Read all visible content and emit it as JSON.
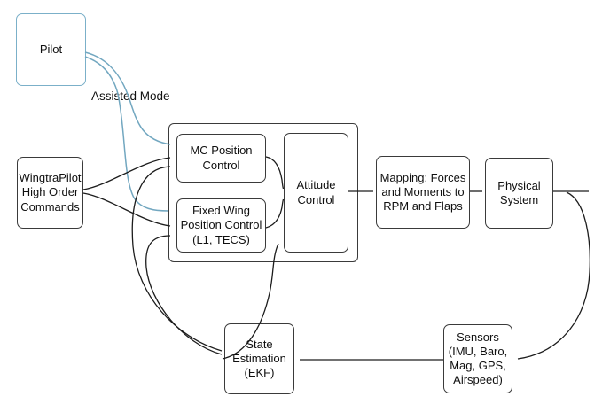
{
  "diagram": {
    "type": "block-diagram",
    "labels": {
      "assisted_mode": "Assisted Mode"
    },
    "nodes": {
      "pilot": {
        "label": "Pilot"
      },
      "wingtrapilot": {
        "label": "WingtraPilot\nHigh Order\nCommands"
      },
      "mc_position": {
        "label": "MC Position\nControl"
      },
      "fixed_wing": {
        "label": "Fixed Wing\nPosition Control\n(L1, TECS)"
      },
      "attitude": {
        "label": "Attitude\nControl"
      },
      "mapping": {
        "label": "Mapping: Forces\nand Moments to\nRPM and Flaps"
      },
      "physical": {
        "label": "Physical\nSystem"
      },
      "state_estimation": {
        "label": "State\nEstimation\n(EKF)"
      },
      "sensors": {
        "label": "Sensors\n(IMU, Baro,\nMag, GPS,\nAirspeed)"
      }
    },
    "colors": {
      "accent_blue": "#72a7c0",
      "line_black": "#1c1c1c",
      "box_border": "#3a3a3a",
      "pilot_border": "#7bb0c9",
      "background": "#ffffff"
    },
    "edges": [
      {
        "from": "pilot",
        "to": "mc_position",
        "color": "blue",
        "label": "Assisted Mode"
      },
      {
        "from": "pilot",
        "to": "fixed_wing",
        "color": "blue",
        "label": "Assisted Mode"
      },
      {
        "from": "wingtrapilot",
        "to": "mc_position",
        "color": "black"
      },
      {
        "from": "wingtrapilot",
        "to": "fixed_wing",
        "color": "black"
      },
      {
        "from": "state_estimation",
        "to": "mc_position",
        "color": "black"
      },
      {
        "from": "state_estimation",
        "to": "fixed_wing",
        "color": "black"
      },
      {
        "from": "state_estimation",
        "to": "attitude",
        "color": "black"
      },
      {
        "from": "mc_position",
        "to": "attitude",
        "color": "black"
      },
      {
        "from": "fixed_wing",
        "to": "attitude",
        "color": "black"
      },
      {
        "from": "attitude",
        "to": "mapping",
        "color": "black"
      },
      {
        "from": "mapping",
        "to": "physical",
        "color": "black"
      },
      {
        "from": "physical",
        "to": "output",
        "color": "black"
      },
      {
        "from": "physical",
        "to": "sensors",
        "color": "black"
      },
      {
        "from": "sensors",
        "to": "state_estimation",
        "color": "black"
      }
    ]
  }
}
